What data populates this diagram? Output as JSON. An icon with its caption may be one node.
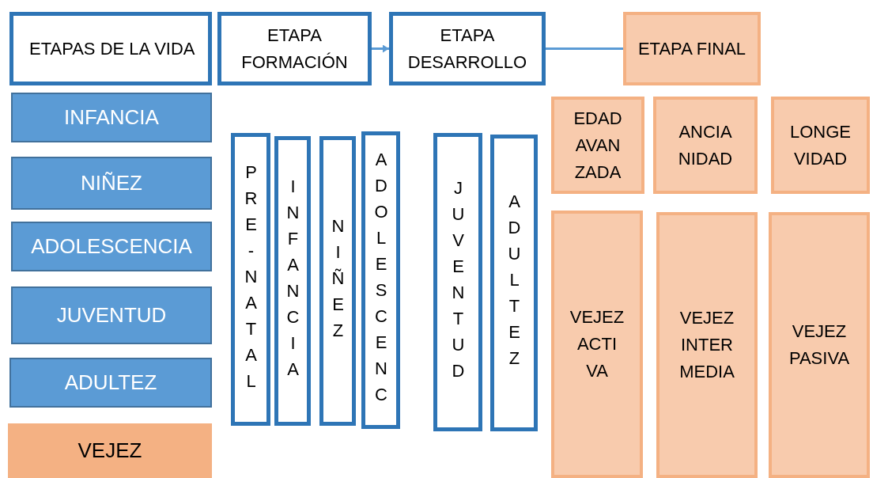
{
  "diagram": {
    "nodes": [
      {
        "text": [
          "ETAPAS DE LA VIDA"
        ]
      },
      {
        "text": [
          "ETAPA FORMACIÓN"
        ]
      },
      {
        "text": [
          "ETAPA DESARROLLO"
        ]
      },
      {
        "text": [
          "ETAPA FINAL"
        ]
      },
      {
        "text": [
          "INFANCIA"
        ]
      },
      {
        "text": [
          "NIÑEZ"
        ]
      },
      {
        "text": [
          "ADOLESCENCIA"
        ]
      },
      {
        "text": [
          "JUVENTUD"
        ]
      },
      {
        "text": [
          "ADULTEZ"
        ]
      },
      {
        "text": [
          "VEJEZ"
        ]
      },
      {
        "text": [
          "PRE-NATAL"
        ]
      },
      {
        "text": [
          "INFANCIA"
        ]
      },
      {
        "text": [
          "NIÑEZ"
        ]
      },
      {
        "text": [
          "ADOLESCENC"
        ]
      },
      {
        "text": [
          "JUVENTUD"
        ]
      },
      {
        "text": [
          "ADULTEZ"
        ]
      },
      {
        "text": [
          "EDAD AVAN ZADA"
        ]
      },
      {
        "text": [
          "ANCIA NIDAD"
        ]
      },
      {
        "text": [
          "LONGE VIDAD"
        ]
      },
      {
        "text": [
          "VEJEZ ACTI VA"
        ]
      },
      {
        "text": [
          "VEJEZ INTER MEDIA"
        ]
      },
      {
        "text": [
          "VEJEZ PASIVA"
        ]
      }
    ],
    "edges": [
      {
        "from": 1,
        "to": 2,
        "arrow": "to"
      },
      {
        "from": 2,
        "to": 3,
        "arrow": "none"
      }
    ]
  }
}
